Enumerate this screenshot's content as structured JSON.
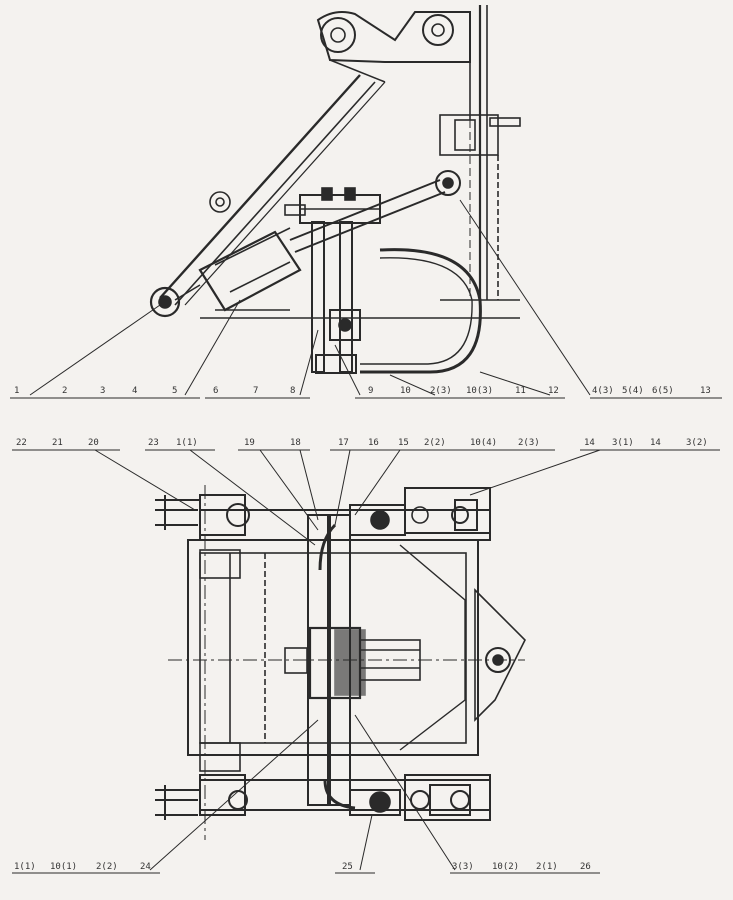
{
  "upper_view": {
    "labels_left": [
      "1",
      "2",
      "3",
      "4",
      "5",
      "6",
      "7",
      "8"
    ],
    "labels_mid": [
      "9",
      "10",
      "2(3)",
      "10(3)",
      "11",
      "12"
    ],
    "labels_right": [
      "4(3)",
      "5(4)",
      "6(5)",
      "13"
    ]
  },
  "lower_view": {
    "labels_top": [
      "22",
      "21",
      "20",
      "23",
      "1(1)",
      "19",
      "18",
      "17",
      "16",
      "15",
      "2(2)",
      "10(4)",
      "2(3)",
      "14",
      "3(1)",
      "14",
      "3(2)"
    ],
    "labels_bottom": [
      "1(1)",
      "10(1)",
      "2(2)",
      "24",
      "25",
      "3(3)",
      "10(2)",
      "2(1)",
      "26"
    ]
  }
}
